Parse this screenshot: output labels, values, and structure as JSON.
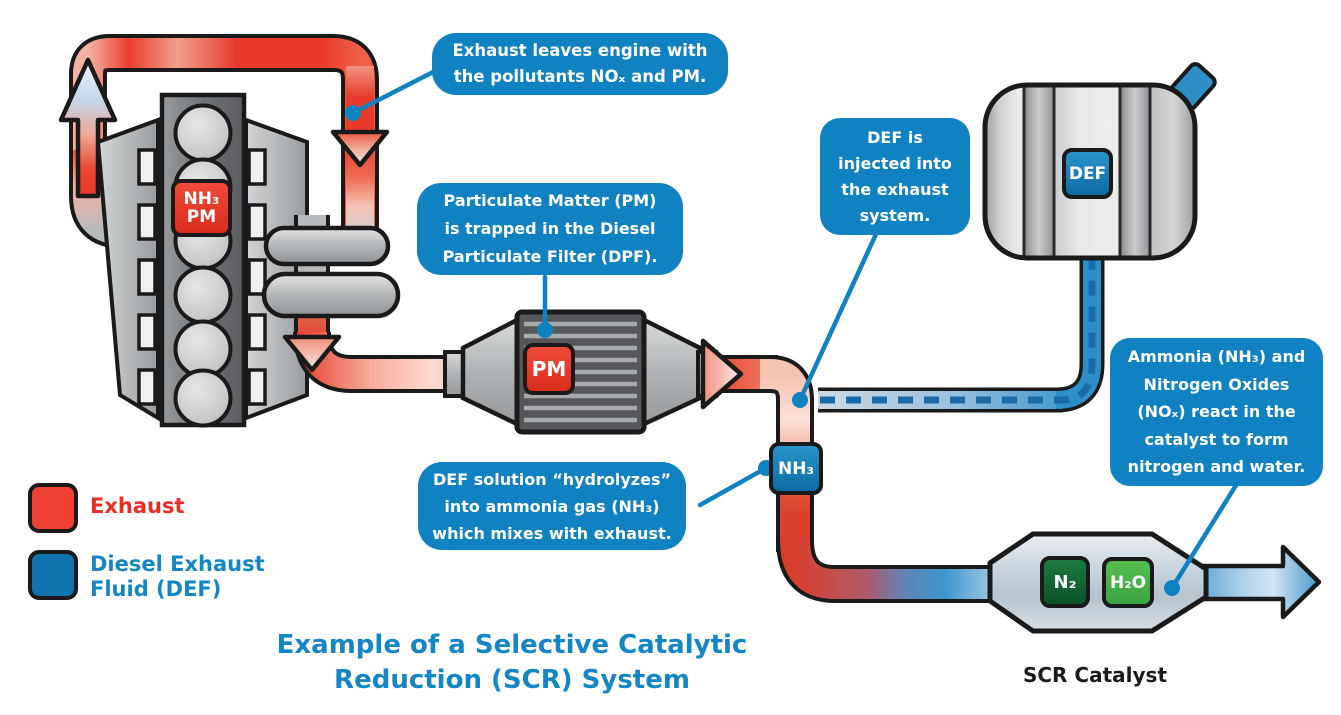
{
  "diagram_title": {
    "line1": "Example of a Selective Catalytic",
    "line2": "Reduction (SCR) System"
  },
  "legend": {
    "exhaust": {
      "label": "Exhaust",
      "color": "#ee3b2b"
    },
    "def": {
      "line1": "Diesel Exhaust",
      "line2": "Fluid (DEF)",
      "color": "#0f73ad"
    }
  },
  "callouts": {
    "exhaust_leaves": {
      "lines": [
        "Exhaust leaves engine with",
        "the pollutants NOₓ and PM."
      ]
    },
    "pm_trapped": {
      "lines": [
        "Particulate Matter (PM)",
        "is trapped in the Diesel",
        "Particulate Filter (DPF)."
      ]
    },
    "def_injected": {
      "lines": [
        "DEF is",
        "injected into",
        "the exhaust",
        "system."
      ]
    },
    "ammonia_reacts": {
      "lines": [
        "Ammonia (NH₃) and",
        "Nitrogen Oxides",
        "(NOₓ) react in the",
        "catalyst to form",
        "nitrogen and water."
      ]
    },
    "def_hydrolyzes": {
      "lines": [
        "DEF solution “hydrolyzes”",
        "into ammonia gas (NH₃)",
        "which mixes with exhaust."
      ]
    }
  },
  "component_labels": {
    "engine_pollutants": {
      "line1": "NH₃",
      "line2": "PM"
    },
    "dpf_pm": "PM",
    "ammonia": "NH₃",
    "def_tank": "DEF",
    "nitrogen": "N₂",
    "water": "H₂O",
    "scr_catalyst": "SCR Catalyst"
  },
  "colors": {
    "exhaust_red": "#e8392a",
    "def_blue": "#2e8fc6",
    "callout_blue": "#1082c2",
    "title_blue": "#1486c5",
    "legend_blue": "#0f73ad",
    "nitrogen_green": "#15663a",
    "water_green": "#4cb748",
    "outline_black": "#1a1a1a"
  }
}
